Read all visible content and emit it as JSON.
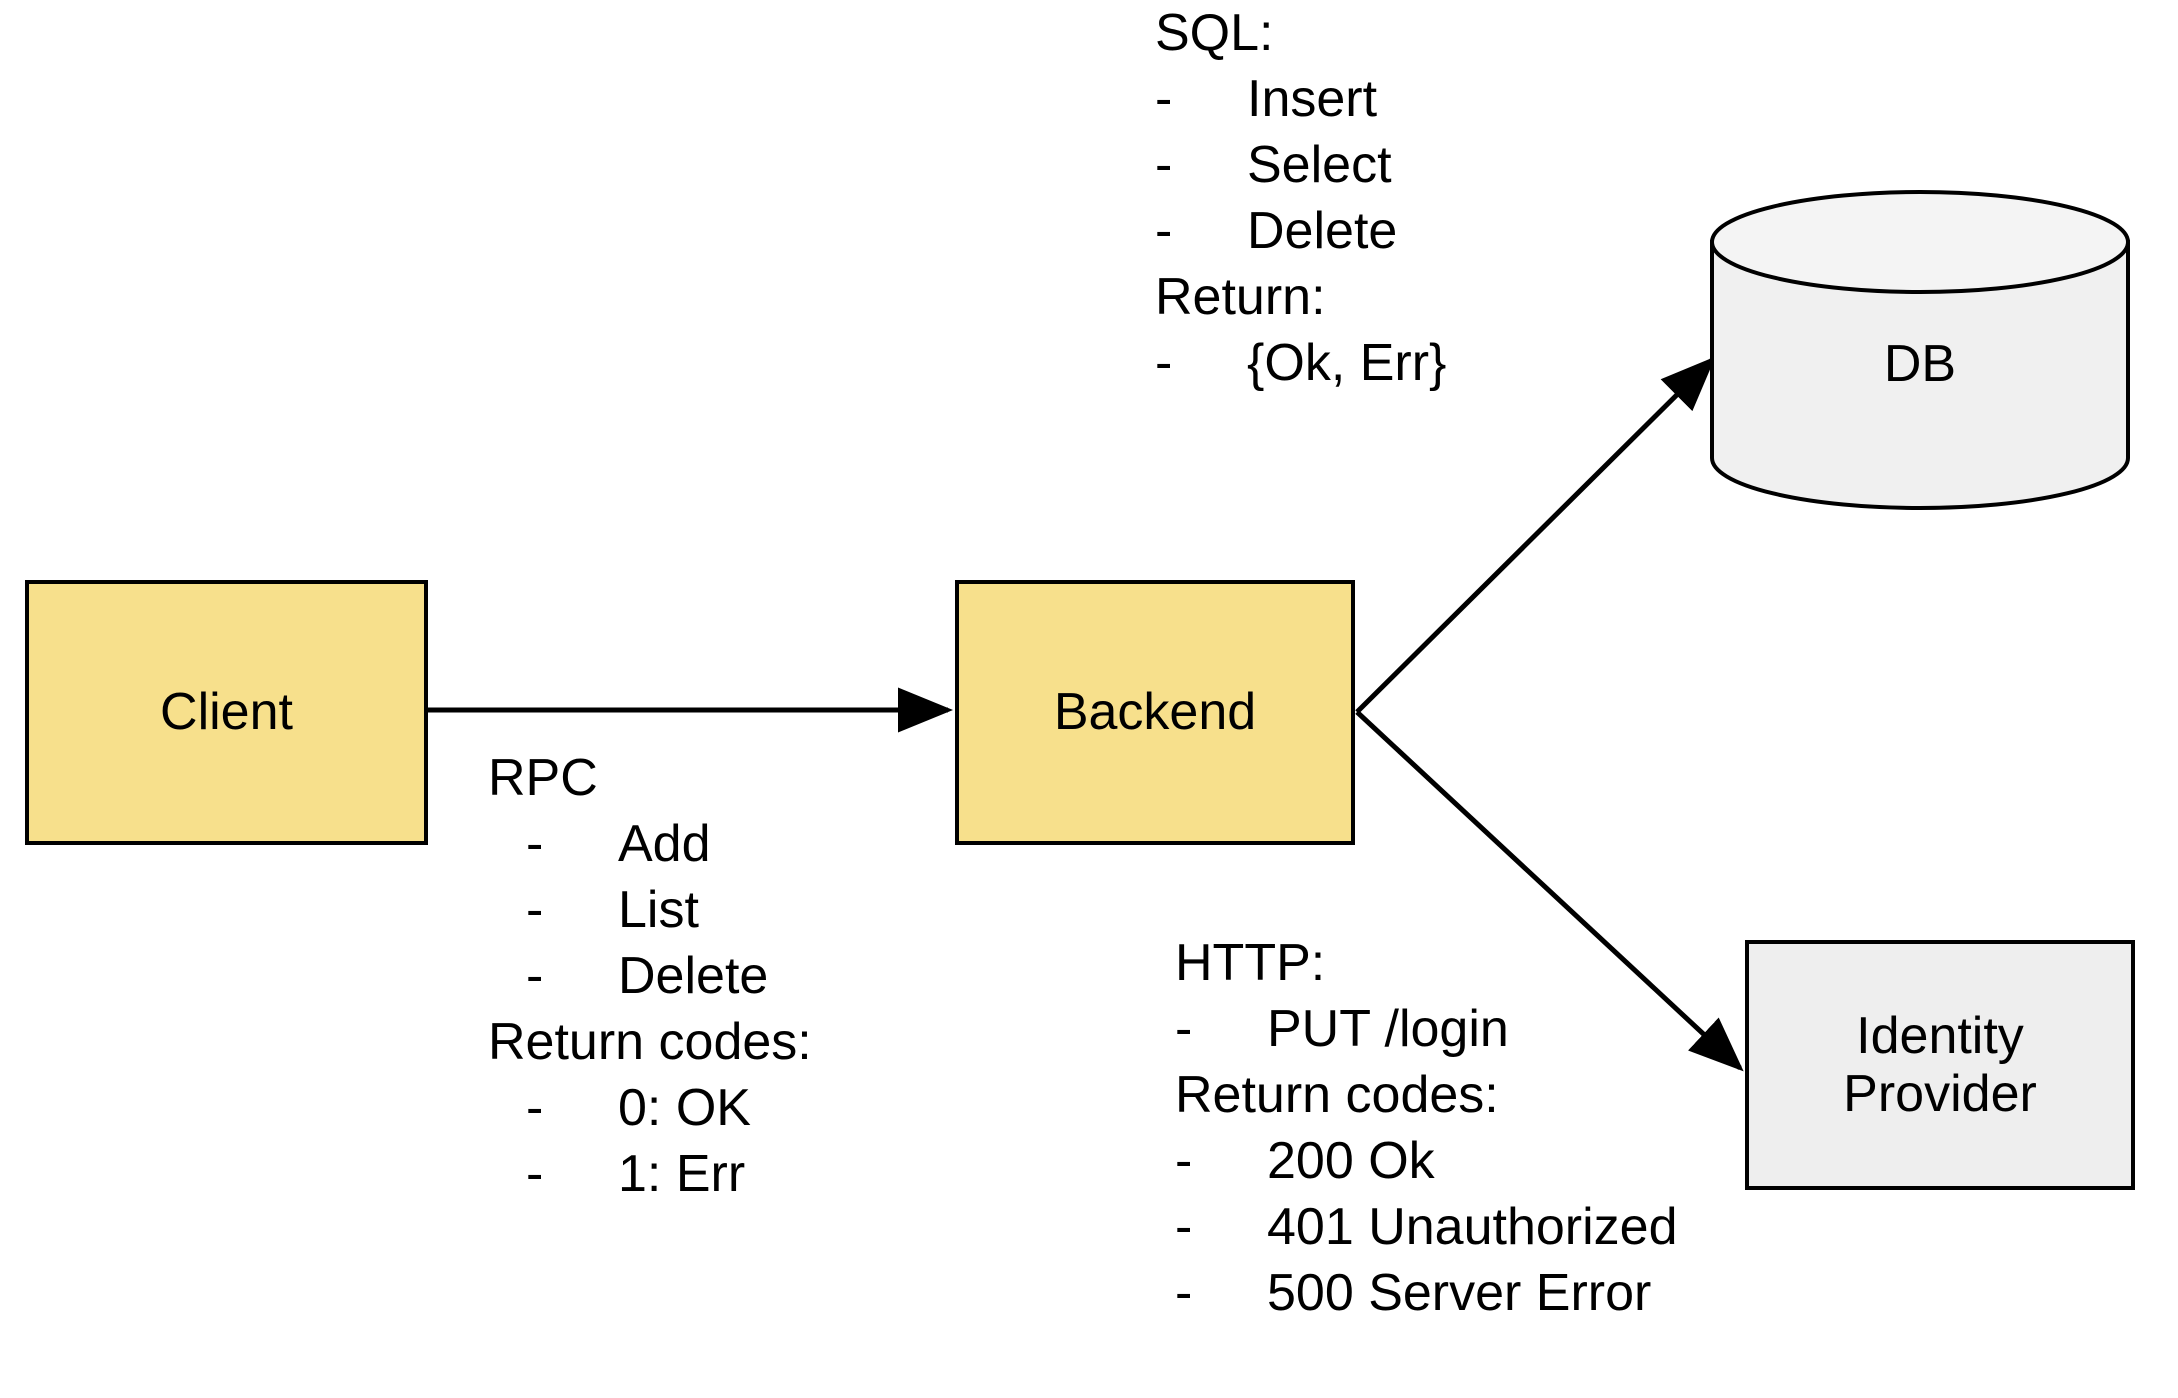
{
  "diagram": {
    "type": "architecture-flow",
    "background_color": "#ffffff",
    "node_fill_yellow": "#f7e08c",
    "node_fill_gray": "#eeeeee",
    "stroke_color": "#000000",
    "nodes": [
      {
        "id": "client",
        "label": "Client",
        "shape": "rectangle",
        "fill": "#f7e08c"
      },
      {
        "id": "backend",
        "label": "Backend",
        "shape": "rectangle",
        "fill": "#f7e08c"
      },
      {
        "id": "db",
        "label": "DB",
        "shape": "cylinder",
        "fill": "#f0f0f0"
      },
      {
        "id": "idp",
        "label": "Identity\nProvider",
        "shape": "rectangle",
        "fill": "#eeeeee"
      }
    ],
    "edges": [
      {
        "from": "client",
        "to": "backend",
        "label_block": "rpc"
      },
      {
        "from": "backend",
        "to": "db",
        "label_block": "sql"
      },
      {
        "from": "backend",
        "to": "idp",
        "label_block": "http"
      }
    ]
  },
  "annotations": {
    "sql": {
      "title": "SQL:",
      "items": [
        "Insert",
        "Select",
        "Delete"
      ],
      "return_title": "Return:",
      "return_items": [
        "{Ok, Err}"
      ]
    },
    "rpc": {
      "title": "RPC",
      "items": [
        "Add",
        "List",
        "Delete"
      ],
      "return_title": "Return codes:",
      "return_items": [
        "0: OK",
        "1: Err"
      ]
    },
    "http": {
      "title": "HTTP:",
      "items": [
        "PUT /login"
      ],
      "return_title": "Return codes:",
      "return_items": [
        "200 Ok",
        "401 Unauthorized",
        "500 Server Error"
      ]
    }
  },
  "bullet": "-"
}
